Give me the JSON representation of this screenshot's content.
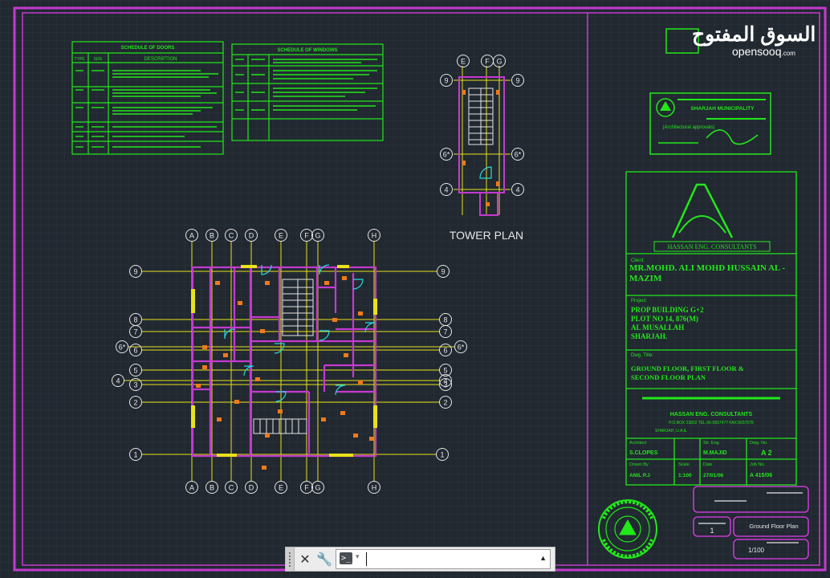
{
  "drawing": {
    "tower_plan_title": "TOWER PLAN",
    "axis_labels_top": [
      "A",
      "B",
      "C",
      "D",
      "E",
      "F",
      "G",
      "H"
    ],
    "axis_labels_side": [
      "9",
      "8",
      "7",
      "6*",
      "6",
      "5",
      "4",
      "3",
      "2",
      "1"
    ],
    "tower_axis_labels_top": [
      "E",
      "F",
      "G"
    ],
    "tower_axis_labels_side": [
      "9",
      "6*",
      "4"
    ],
    "door_schedule_title": "SCHEDULE OF DOORS",
    "door_schedule_headers": [
      "TYPE",
      "SIZE",
      "DESCRIPTION"
    ],
    "window_schedule_title": "SCHEDULE OF WINDOWS"
  },
  "title_block": {
    "municipality": "SHARJAH MUNICIPALITY",
    "municipality_note": "(Architectural approvals)",
    "consultant_banner": "HASSAN ENG. CONSULTANTS",
    "client_label": "Client:",
    "client_name": "MR.MOHD. ALI MOHD HUSSAIN AL - MAZIM",
    "project_label": "Project:",
    "project_lines": [
      "PROP BUILDING G+2",
      "PLOT NO 14, 876(M)",
      "AL MUSALLAH",
      "SHARJAH."
    ],
    "drawing_title_label": "Dwg. Title:",
    "drawing_title_lines": [
      "GROUND FLOOR, FIRST FLOOR &",
      "SECOND FLOOR PLAN"
    ],
    "consultant_name": "HASSAN ENG. CONSULTANTS",
    "consultant_address": "P.O.BOX 23832 TEL:06-5657477 FAX:5657078",
    "consultant_city": "SHARJAH, U.A.E.",
    "architect_label": "Architect",
    "architect_value": "S.CLOPES",
    "eng_label": "Str. Eng.",
    "eng_value": "M.MAJID",
    "dwg_no_label": "Dwg. No.",
    "dwg_no_value": "A 2",
    "drawn_label": "Drawn By",
    "drawn_value": "ANIL P.J",
    "scale_label": "Scale",
    "scale_value": "1:100",
    "date_label": "Date",
    "date_value": "27/01/06",
    "job_label": "Job No.",
    "job_value": "A 415/06",
    "sheet_label": "1",
    "sheet_title": "Ground Floor Plan",
    "sheet_scale": "1/100"
  },
  "watermark": {
    "arabic": "السوق المفتوح",
    "latin": "opensooq",
    "domain": ".com"
  },
  "command_line": {
    "close_icon": "close-icon",
    "settings_icon": "wrench-icon",
    "prompt_icon": "command-prompt-icon",
    "input_value": "",
    "history_arrow": "caret-up-icon"
  },
  "colors": {
    "background": "#212830",
    "grid": "#2b3440",
    "frame_magenta": "#c43ad0",
    "cad_green": "#22e81a",
    "cad_yellow": "#e8e21a",
    "cad_cyan": "#27d8e0",
    "cad_orange": "#f07a1a",
    "cad_white": "#e6e6e6"
  }
}
